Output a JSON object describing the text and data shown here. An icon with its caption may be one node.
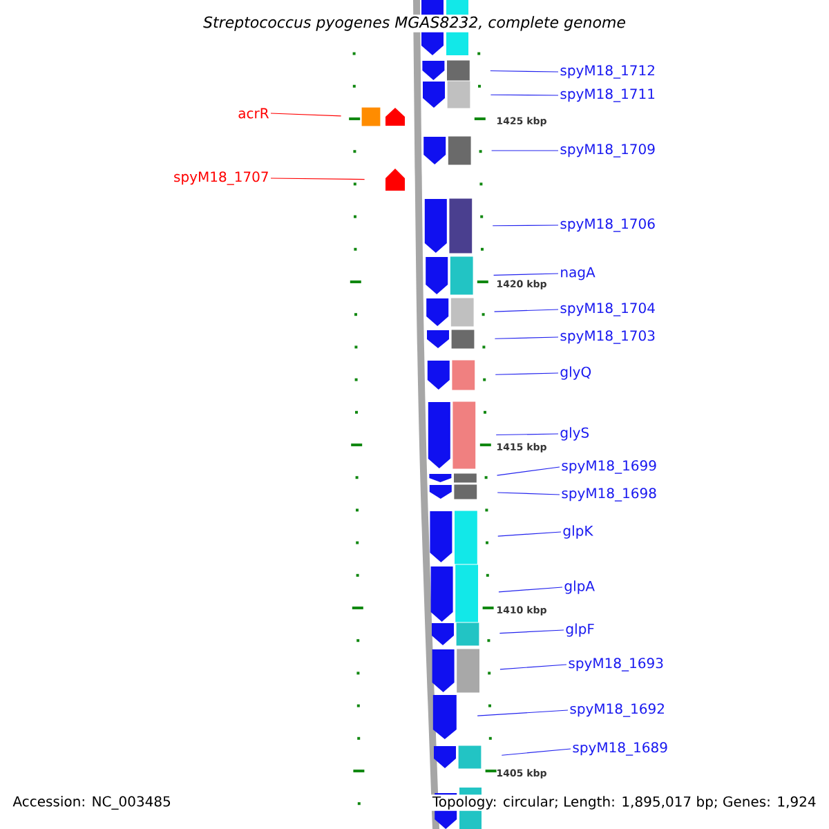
{
  "diagram": {
    "title": "Streptococcus pyogenes MGAS8232, complete genome",
    "nodes": [
      {
        "text": [
          "acrR"
        ]
      },
      {
        "text": [
          "spyM18_1707"
        ]
      },
      {
        "text": [
          "spyM18_1712"
        ]
      },
      {
        "text": [
          "spyM18_1711"
        ]
      },
      {
        "text": [
          "spyM18_1709"
        ]
      },
      {
        "text": [
          "spyM18_1706"
        ]
      },
      {
        "text": [
          "nagA"
        ]
      },
      {
        "text": [
          "spyM18_1704"
        ]
      },
      {
        "text": [
          "spyM18_1703"
        ]
      },
      {
        "text": [
          "glyQ"
        ]
      },
      {
        "text": [
          "glyS"
        ]
      },
      {
        "text": [
          "spyM18_1699"
        ]
      },
      {
        "text": [
          "spyM18_1698"
        ]
      },
      {
        "text": [
          "glpK"
        ]
      },
      {
        "text": [
          "glpA"
        ]
      },
      {
        "text": [
          "glpF"
        ]
      },
      {
        "text": [
          "spyM18_1693"
        ]
      },
      {
        "text": [
          "spyM18_1692"
        ]
      },
      {
        "text": [
          "spyM18_1689"
        ]
      },
      {
        "text": [],
        "shape": "box"
      },
      {
        "text": [],
        "shape": "pentagon"
      },
      {
        "text": [],
        "shape": "box"
      },
      {
        "text": [],
        "shape": "box"
      },
      {
        "text": [],
        "shape": "box"
      },
      {
        "text": [],
        "shape": "box"
      },
      {
        "text": [],
        "shape": "box"
      },
      {
        "text": [],
        "shape": "box"
      },
      {
        "text": [],
        "shape": "box"
      },
      {
        "text": [],
        "shape": "box"
      },
      {
        "text": [],
        "shape": "box"
      },
      {
        "text": [],
        "shape": "box"
      },
      {
        "text": [],
        "shape": "box"
      },
      {
        "text": [],
        "shape": "box"
      },
      {
        "text": [],
        "shape": "box"
      },
      {
        "text": [],
        "shape": "box"
      },
      {
        "text": [],
        "shape": "box"
      },
      {
        "text": [],
        "shape": "pentagon"
      },
      {
        "text": [],
        "shape": "box"
      },
      {
        "text": [],
        "shape": "pentagon"
      }
    ],
    "edges": [
      {
        "from": 0,
        "to": 19,
        "arrow": "none",
        "color": "#ff0000"
      },
      {
        "from": 1,
        "to": 20,
        "arrow": "none",
        "color": "#ff0000"
      },
      {
        "from": 2,
        "to": 21,
        "arrow": "none"
      },
      {
        "from": 3,
        "to": 22,
        "arrow": "none"
      },
      {
        "from": 4,
        "to": 23,
        "arrow": "none"
      },
      {
        "from": 5,
        "to": 24,
        "arrow": "none"
      },
      {
        "from": 6,
        "to": 25,
        "arrow": "none"
      },
      {
        "from": 7,
        "to": 26,
        "arrow": "none"
      },
      {
        "from": 8,
        "to": 27,
        "arrow": "none"
      },
      {
        "from": 9,
        "to": 28,
        "arrow": "none"
      },
      {
        "from": 10,
        "to": 29,
        "arrow": "none"
      },
      {
        "from": 11,
        "to": 30,
        "arrow": "none"
      },
      {
        "from": 12,
        "to": 31,
        "arrow": "none"
      },
      {
        "from": 13,
        "to": 32,
        "arrow": "none"
      },
      {
        "from": 14,
        "to": 33,
        "arrow": "none"
      },
      {
        "from": 15,
        "to": 34,
        "arrow": "none"
      },
      {
        "from": 16,
        "to": 35,
        "arrow": "none"
      },
      {
        "from": 17,
        "to": 36,
        "arrow": "none"
      },
      {
        "from": 18,
        "to": 37,
        "arrow": "none"
      }
    ],
    "labels": [
      "1425 kbp",
      "1420 kbp",
      "1415 kbp",
      "1410 kbp",
      "1405 kbp",
      "Accession: NC_003485",
      "Topology: circular; Length: 1,895,017 bp; Genes: 1,924"
    ]
  }
}
